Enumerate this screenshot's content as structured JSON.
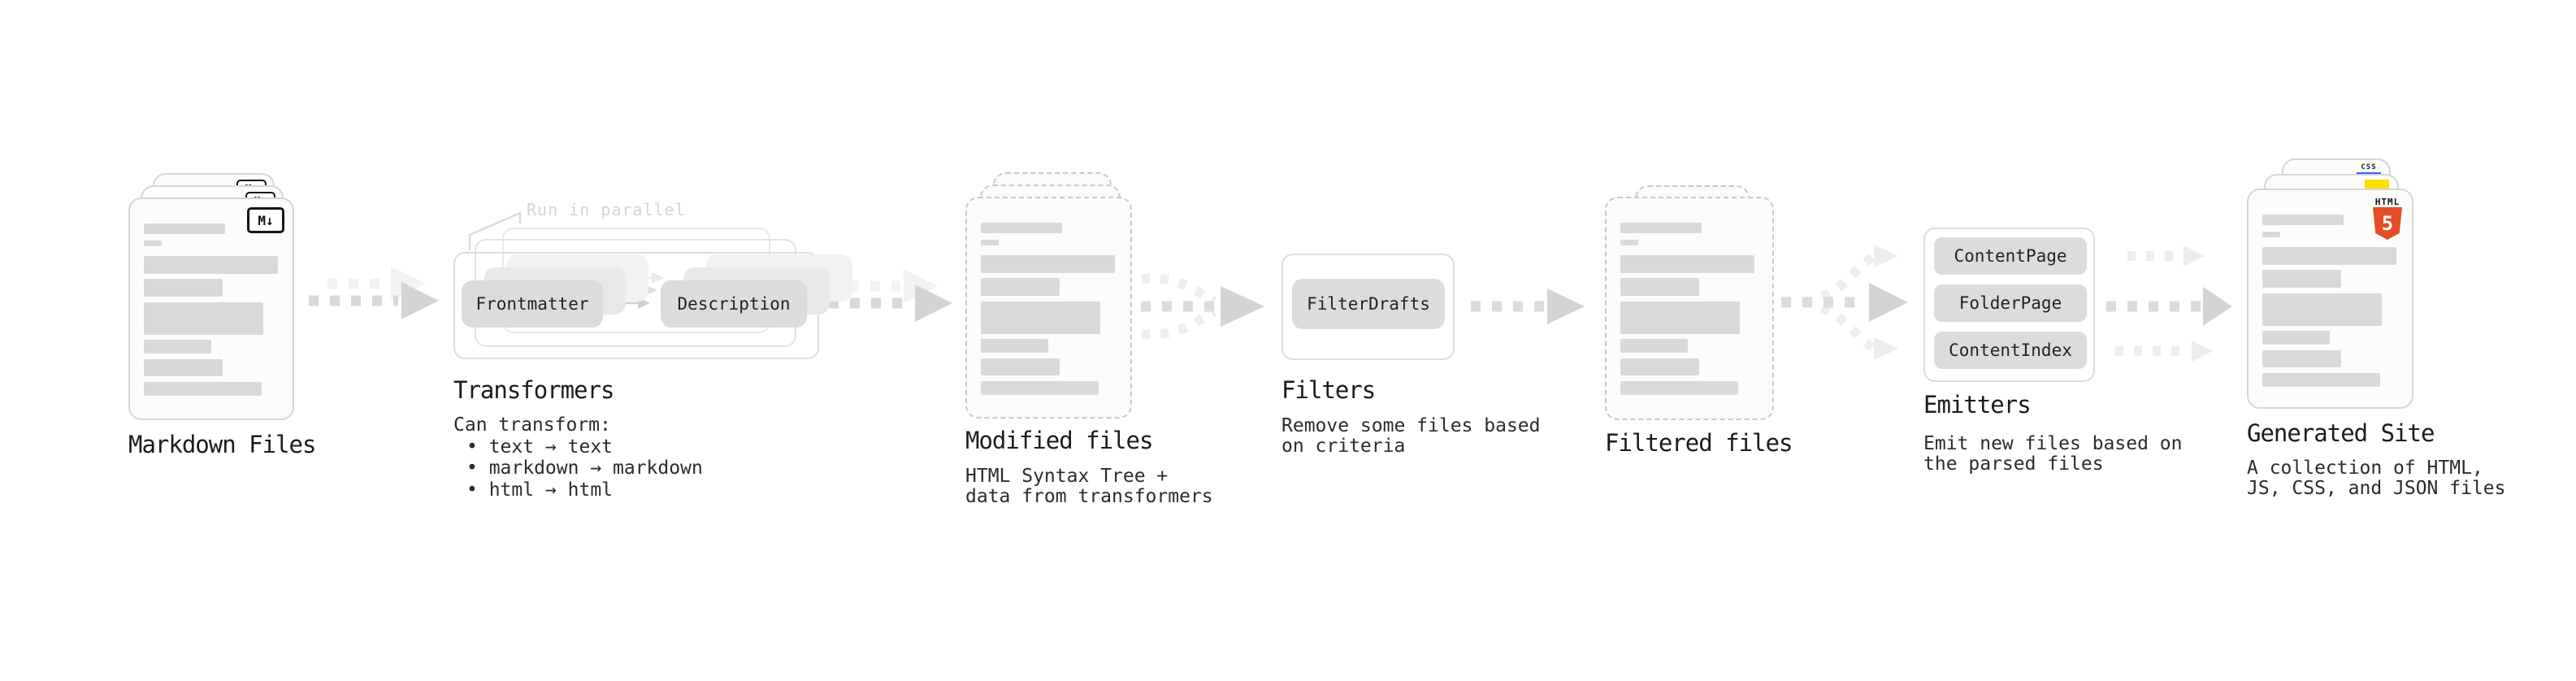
{
  "stages": {
    "markdown": {
      "title": "Markdown Files"
    },
    "transformers": {
      "title": "Transformers",
      "parallel_label": "Run in parallel",
      "node_frontmatter": "Frontmatter",
      "node_description": "Description",
      "note_heading": "Can transform:",
      "bullets": [
        "• text → text",
        "• markdown → markdown",
        "• html → html"
      ]
    },
    "modified": {
      "title": "Modified files",
      "subtitle_line1": "HTML Syntax Tree +",
      "subtitle_line2": "data from transformers"
    },
    "filters": {
      "title": "Filters",
      "subtitle_line1": "Remove some files based",
      "subtitle_line2": "on criteria",
      "node_filterdrafts": "FilterDrafts"
    },
    "filtered": {
      "title": "Filtered files"
    },
    "emitters": {
      "title": "Emitters",
      "subtitle_line1": "Emit new files based on",
      "subtitle_line2": "the parsed files",
      "nodes": [
        "ContentPage",
        "FolderPage",
        "ContentIndex"
      ]
    },
    "generated": {
      "title": "Generated Site",
      "subtitle_line1": "A collection of HTML,",
      "subtitle_line2": "JS, CSS, and JSON files"
    }
  },
  "icons": {
    "markdown_badge": "M↓",
    "html5_wordmark": "HTML",
    "html5_numeral": "5",
    "css_wordmark": "CSS"
  },
  "colors": {
    "html5_orange": "#e44d26",
    "js_yellow": "#ffde00",
    "css_blue": "#2d65f2"
  }
}
